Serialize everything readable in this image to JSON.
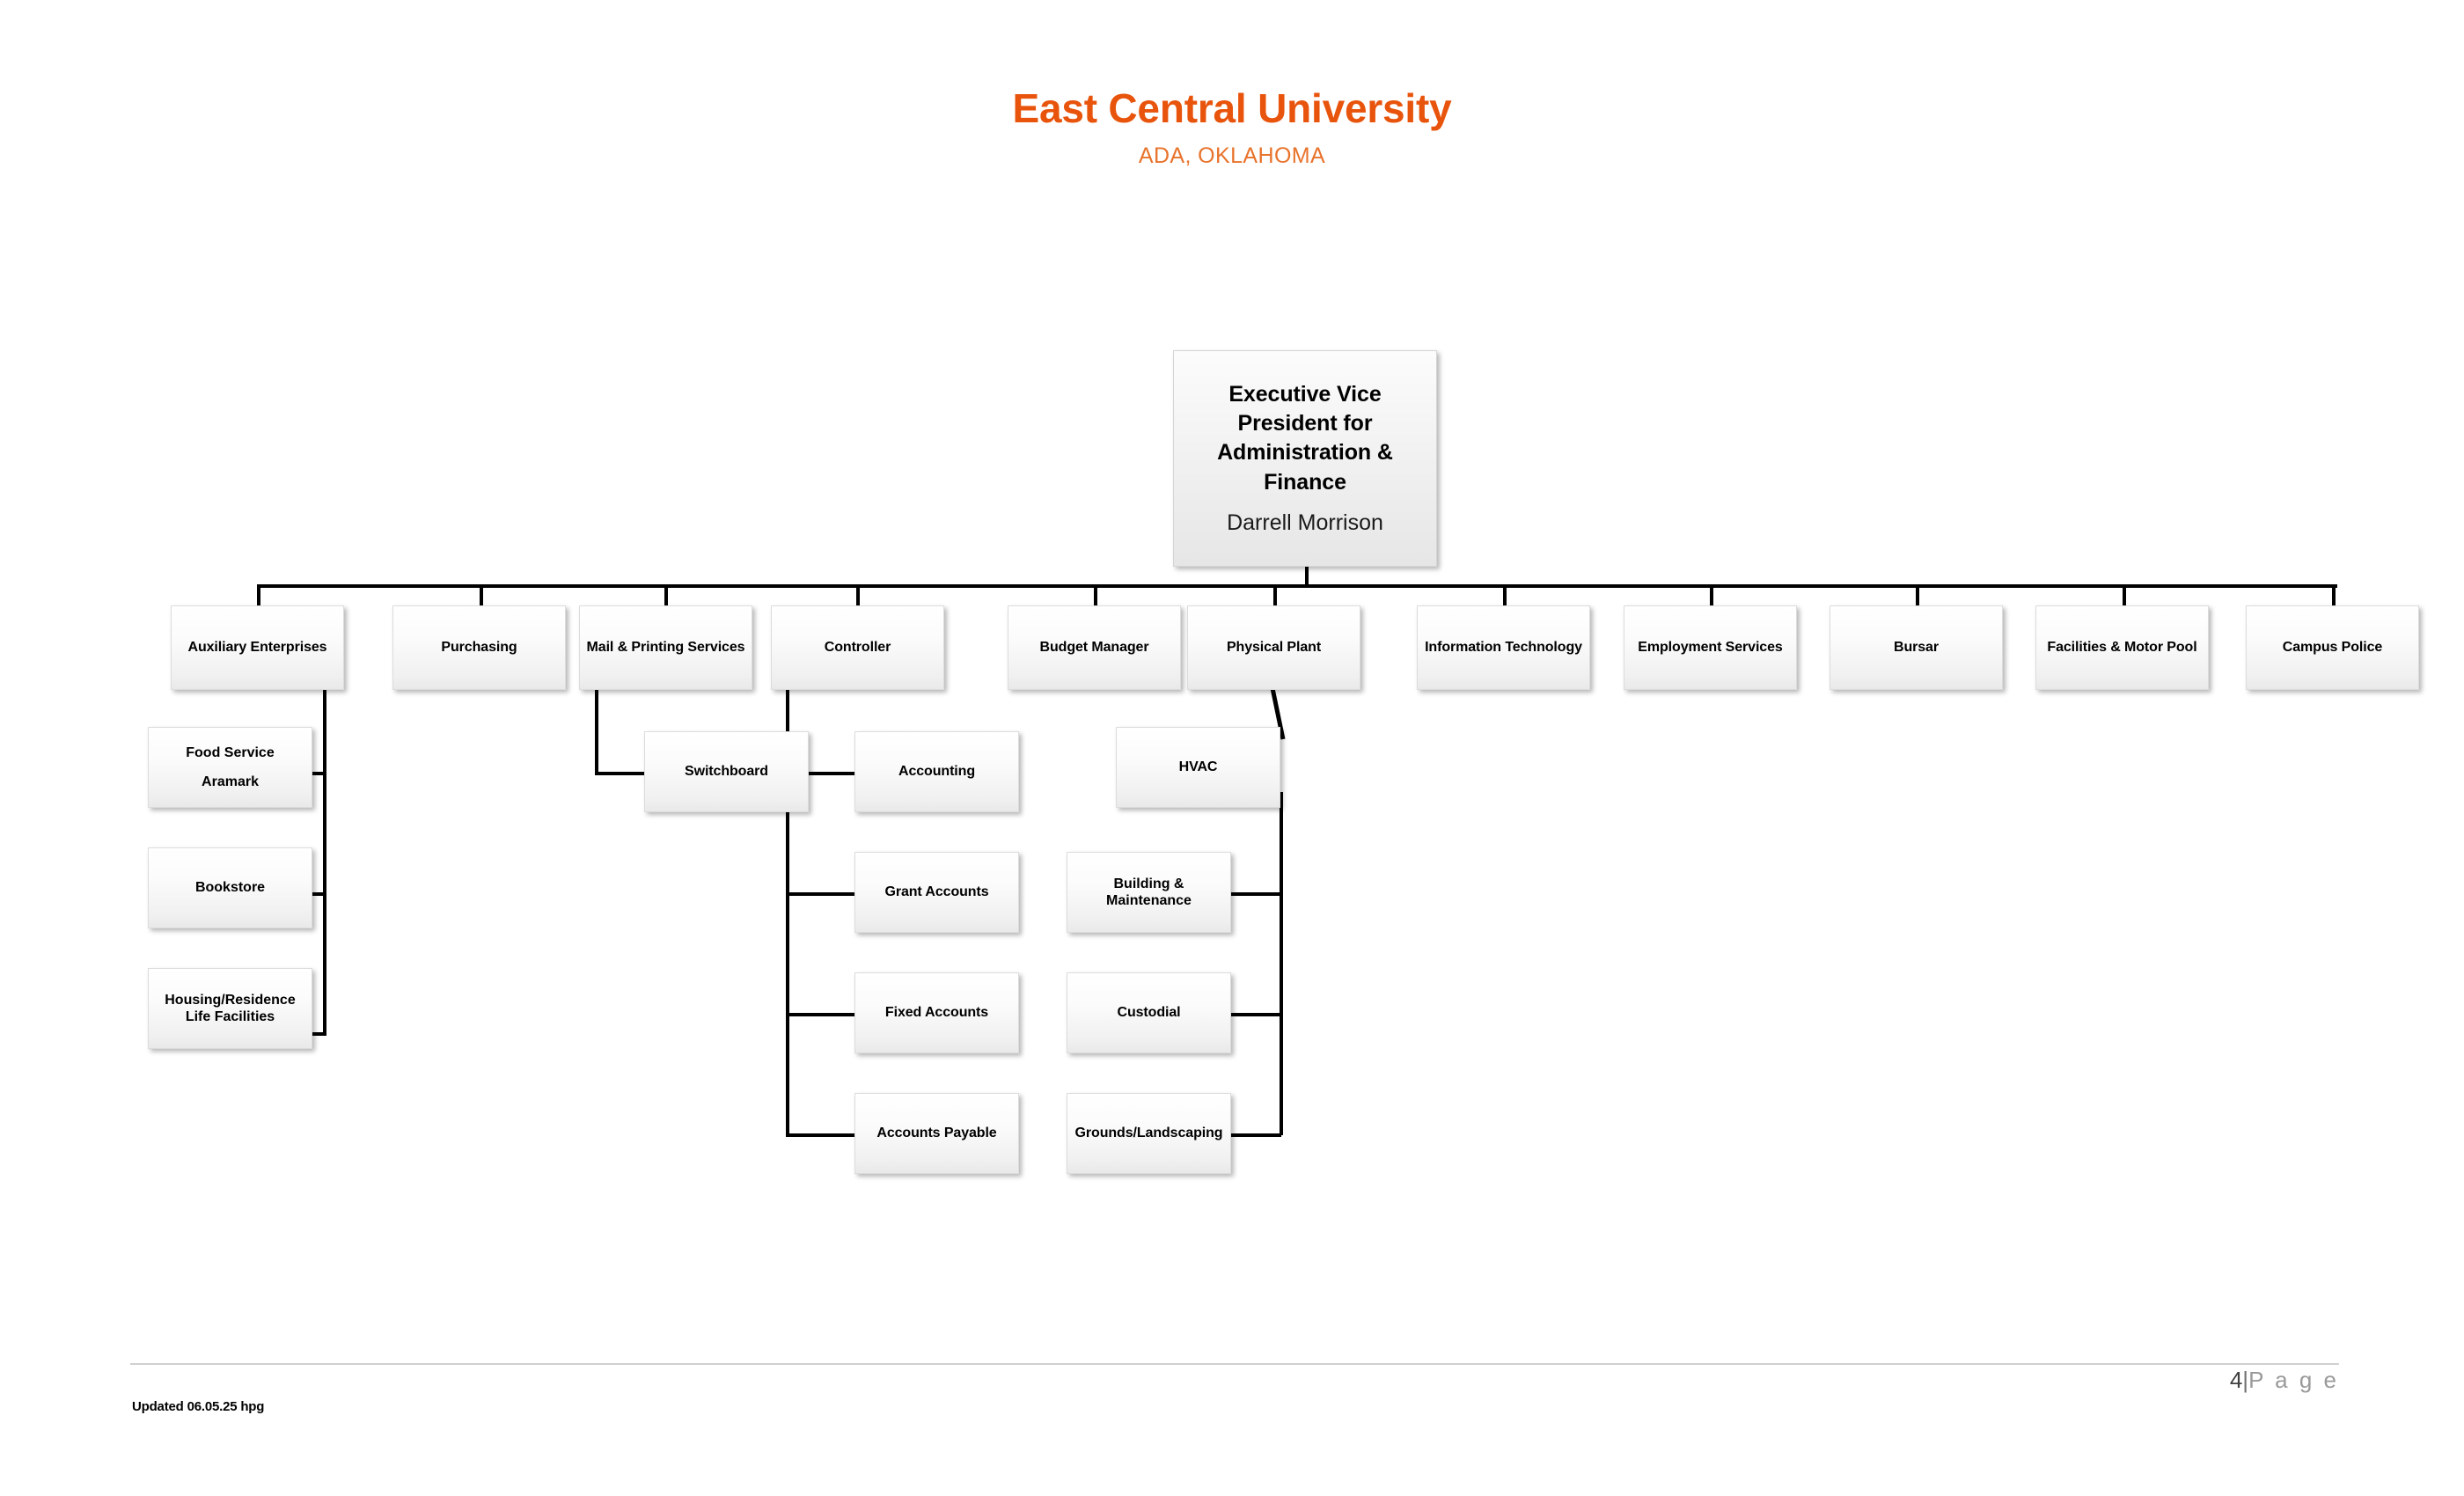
{
  "header": {
    "title": "East Central University",
    "subtitle": "ADA, OKLAHOMA",
    "title_color": "#E8540C",
    "subtitle_color": "#E8732B"
  },
  "chart": {
    "type": "org-chart",
    "root": {
      "title": "Executive Vice President for Administration & Finance",
      "name": "Darrell Morrison"
    },
    "level1": [
      {
        "label": "Auxiliary Enterprises"
      },
      {
        "label": "Purchasing"
      },
      {
        "label": "Mail & Printing Services"
      },
      {
        "label": "Controller"
      },
      {
        "label": "Budget Manager"
      },
      {
        "label": "Physical Plant"
      },
      {
        "label": "Information Technology"
      },
      {
        "label": "Employment Services"
      },
      {
        "label": "Bursar"
      },
      {
        "label": "Facilities & Motor Pool"
      },
      {
        "label": "Campus Police"
      }
    ],
    "auxiliary_children": [
      {
        "line1": "Food Service",
        "line2": "Aramark"
      },
      {
        "line1": "Bookstore",
        "line2": ""
      },
      {
        "line1": "Housing/Residence",
        "line2": "Life Facilities"
      }
    ],
    "mail_children": [
      {
        "label": "Switchboard"
      }
    ],
    "controller_children": [
      {
        "label": "Accounting"
      },
      {
        "label": "Grant Accounts"
      },
      {
        "label": "Fixed Accounts"
      },
      {
        "label": "Accounts Payable"
      }
    ],
    "physical_plant_children": [
      {
        "label": "HVAC"
      },
      {
        "line1": "Building &",
        "line2": "Maintenance"
      },
      {
        "label": "Custodial"
      },
      {
        "label": "Grounds/Landscaping"
      }
    ]
  },
  "footer": {
    "updated": "Updated 06.05.25 hpg",
    "page_number": "4",
    "page_separator": "|",
    "page_label": "P a g e"
  }
}
